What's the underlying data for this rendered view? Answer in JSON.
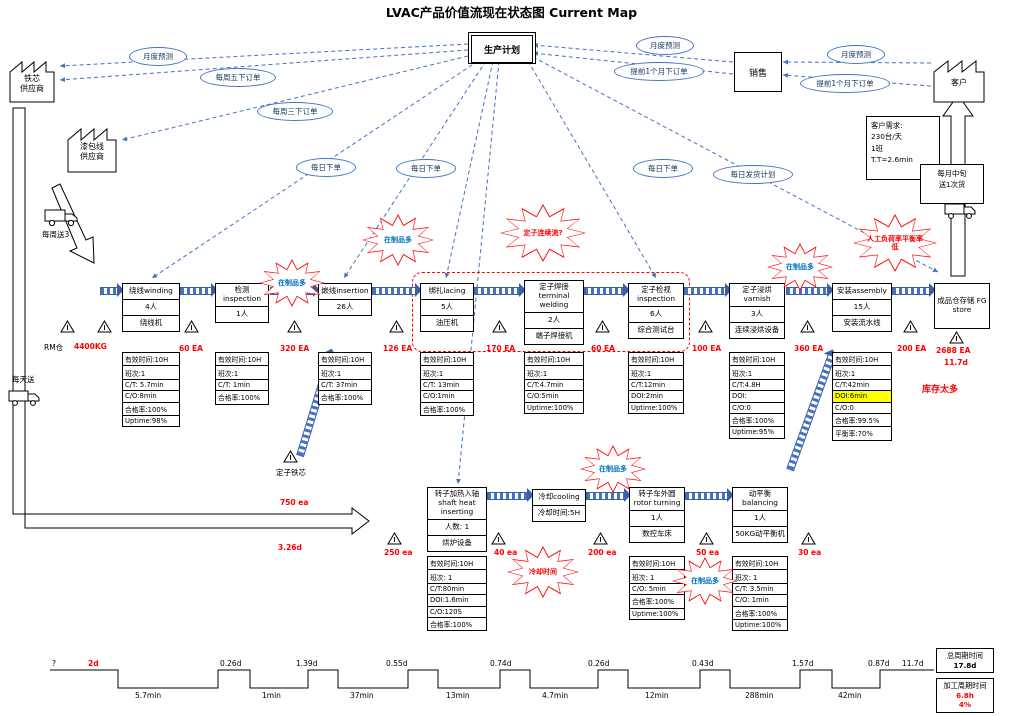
{
  "title": "LVAC产品价值流现在状态图 Current Map",
  "entities": {
    "iron_supplier": {
      "l1": "铁芯",
      "l2": "供应商"
    },
    "wire_supplier": {
      "l1": "漆包线",
      "l2": "供应商"
    },
    "production_plan": "生产计划",
    "sales": "销售",
    "customer": "客户",
    "demand": {
      "l1": "客户需求:",
      "l2": "230台/天",
      "l3": "1班",
      "l4": "T.T=2.6min"
    },
    "weekly_truck": "每周送3",
    "daily_truck": "每天送",
    "monthly_truck": {
      "l1": "每月中旬",
      "l2": "送1次货"
    },
    "rm_label": "RM仓",
    "rm_qty": "4400KG"
  },
  "info_flows": {
    "monthly_forecast_left": "月度预测",
    "friday_order": "每周五下订单",
    "wednesday_order": "每周三下订单",
    "daily_order_a": "每日下单",
    "daily_order_b": "每日下单",
    "daily_order_c": "每日下单",
    "monthly_forecast_mid": "月度预测",
    "advance_order_a": "提前1个月下订单",
    "advance_order_b": "提前1个月下订单",
    "monthly_forecast_right": "月度预测",
    "daily_ship_plan": "每日发货计划"
  },
  "processes": {
    "winding": {
      "title": "绕线winding",
      "crew": "4人",
      "equip": "绕线机",
      "stats": [
        "有效时间:10H",
        "班次:1",
        "C/T: 5.7min",
        "C/O:8min",
        "合格率:100%",
        "Uptime:98%"
      ]
    },
    "inspect1": {
      "title": "检测 inspection",
      "crew": "1人",
      "stats": [
        "有效时间:10H",
        "班次:1",
        "C/T: 1min",
        "合格率:100%"
      ]
    },
    "insertion": {
      "title": "嵌线insertion",
      "crew": "26人",
      "stats": [
        "有效时间:10H",
        "班次:1",
        "C/T: 37min",
        "合格率:100%"
      ]
    },
    "lacing": {
      "title": "绑扎lacing",
      "crew": "5人",
      "equip": "油压机",
      "stats": [
        "有效时间:10H",
        "班次:1",
        "C/T: 13min",
        "C/O:1min",
        "合格率:100%"
      ]
    },
    "welding": {
      "title": "定子焊接 terminal welding",
      "crew": "2人",
      "equip": "端子焊接机",
      "stats": [
        "有效时间:10H",
        "班次:1",
        "C/T:4.7min",
        "C/O:5min",
        "Uptime:100%"
      ]
    },
    "inspect2": {
      "title": "定子检视 inspection",
      "crew": "6人",
      "equip": "综合测试台",
      "stats": [
        "有效时间:10H",
        "班次:1",
        "C/T:12min",
        "DOI:2min",
        "Uptime:100%"
      ]
    },
    "varnish": {
      "title": "定子浸烘 varnish",
      "crew": "3人",
      "equip": "连续浸烘设备",
      "stats": [
        "有效时间:10H",
        "班次:1",
        "C/T:4.8H",
        "DOI:",
        "C/O:0",
        "合格率:100%",
        "Uptime:95%"
      ]
    },
    "assembly": {
      "title": "安装assembly",
      "crew": "15人",
      "equip": "安装流水线",
      "stats": [
        "有效时间:10H",
        "班次:1",
        "C/T:42min",
        "DOI:6min",
        "C/O:0",
        "合格率:99.5%",
        "平衡率:70%"
      ]
    },
    "fg_store": {
      "title": "成品仓存储 FG store"
    },
    "shaft_heat": {
      "title": "转子加热入轴 shaft heat inserting",
      "crew": "人数: 1",
      "equip": "烘炉设备",
      "stats": [
        "有效时间:10H",
        "班次: 1",
        "C/T:80min",
        "DOI:1.6min",
        "C/O:120S",
        "合格率:100%"
      ]
    },
    "cooling": {
      "title": "冷却cooling",
      "body": "冷却时间:5H"
    },
    "turning": {
      "title": "转子车外圆 rotor turning",
      "crew": "1人",
      "equip": "数控车床",
      "stats": [
        "有效时间:10H",
        "班次: 1",
        "C/O: 5min",
        "合格率:100%",
        "Uptime:100%"
      ]
    },
    "balancing": {
      "title": "动平衡 balancing",
      "crew": "1人",
      "equip": "50KG动平衡机",
      "stats": [
        "有效时间:10H",
        "班次: 1",
        "C/T: 3.5min",
        "C/O: 1min",
        "合格率:100%",
        "Uptime:100%"
      ]
    }
  },
  "inventories": {
    "i60a": "60 EA",
    "i320": "320 EA",
    "i126": "126 EA",
    "i170": "170 EA",
    "i60b": "60 EA",
    "i100": "100 EA",
    "i360": "360 EA",
    "i200": "200 EA",
    "fg_qty": "2688 EA",
    "fg_days": "11.7d",
    "stator_label": "定子铁芯",
    "stator_qty": "750 ea",
    "stator_days": "3.26d",
    "r250": "250 ea",
    "r40": "40 ea",
    "r200": "200 ea",
    "r50": "50 ea",
    "r30": "30 ea"
  },
  "bursts": {
    "wip1": "在制品多",
    "wip2": "在制品多",
    "wip3": "在制品多",
    "wip4": "在制品多",
    "wip5": "在制品多",
    "stator_flow": "定子连续流?",
    "labor": "人工负荷率平衡率低",
    "cooling_time": "冷却时间"
  },
  "notes": {
    "too_much_stock": "库存太多"
  },
  "timeline": {
    "waits": [
      "?",
      "2d",
      "0.26d",
      "1.39d",
      "0.55d",
      "0.74d",
      "0.26d",
      "0.43d",
      "1.57d",
      "0.87d",
      "11.7d"
    ],
    "procs": [
      "5.7min",
      "1min",
      "37min",
      "13min",
      "4.7min",
      "12min",
      "288min",
      "42min"
    ],
    "total_label": "总周期时间",
    "total_value": "17.8d",
    "proc_label": "加工周期时间",
    "proc_value": "6.8h",
    "proc_pct": "4%"
  }
}
